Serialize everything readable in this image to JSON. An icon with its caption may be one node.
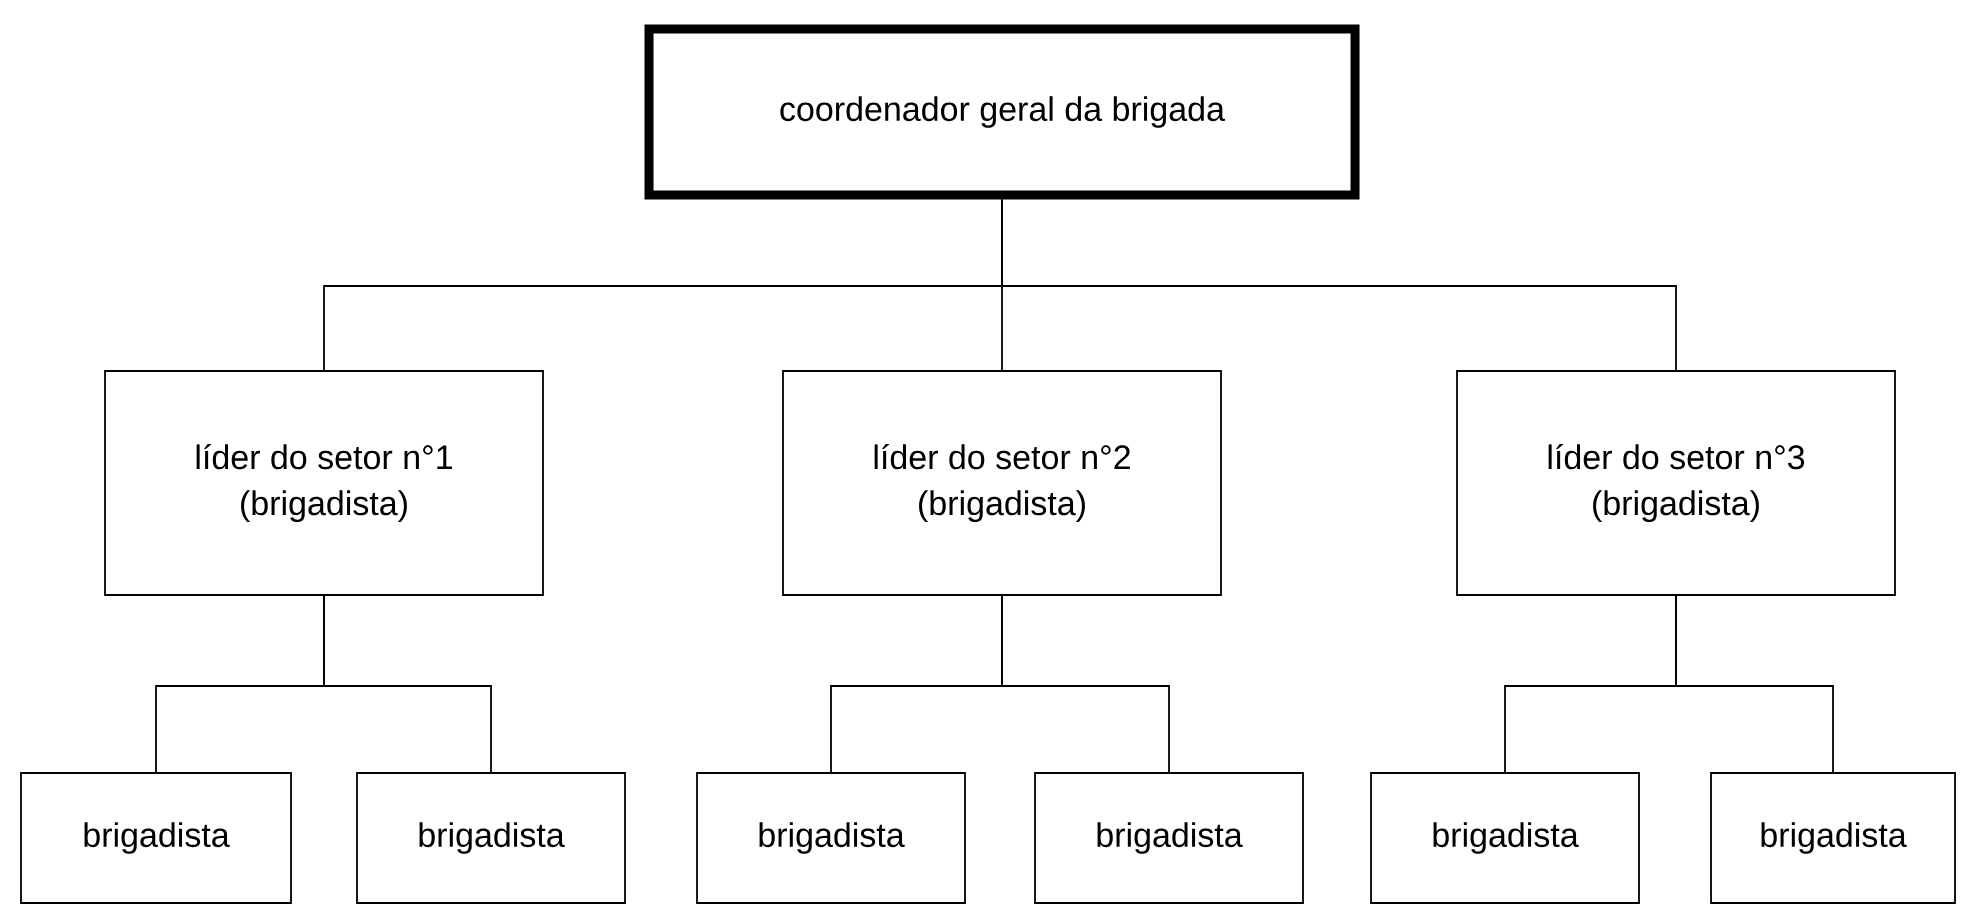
{
  "diagram": {
    "nodes": [
      {
        "text": [
          "coordenador geral da brigada"
        ]
      },
      {
        "text": [
          "líder do setor n°1",
          "(brigadista)"
        ]
      },
      {
        "text": [
          "líder do setor n°2",
          "(brigadista)"
        ]
      },
      {
        "text": [
          "líder do setor n°3",
          "(brigadista)"
        ]
      },
      {
        "text": [
          "brigadista"
        ]
      },
      {
        "text": [
          "brigadista"
        ]
      },
      {
        "text": [
          "brigadista"
        ]
      },
      {
        "text": [
          "brigadista"
        ]
      },
      {
        "text": [
          "brigadista"
        ]
      },
      {
        "text": [
          "brigadista"
        ]
      }
    ],
    "edges": [
      {
        "from": 0,
        "to": 1,
        "arrow": "none"
      },
      {
        "from": 0,
        "to": 2,
        "arrow": "none"
      },
      {
        "from": 0,
        "to": 3,
        "arrow": "none"
      },
      {
        "from": 1,
        "to": 4,
        "arrow": "none"
      },
      {
        "from": 1,
        "to": 5,
        "arrow": "none"
      },
      {
        "from": 2,
        "to": 6,
        "arrow": "none"
      },
      {
        "from": 2,
        "to": 7,
        "arrow": "none"
      },
      {
        "from": 3,
        "to": 8,
        "arrow": "none"
      },
      {
        "from": 3,
        "to": 9,
        "arrow": "none"
      }
    ]
  }
}
